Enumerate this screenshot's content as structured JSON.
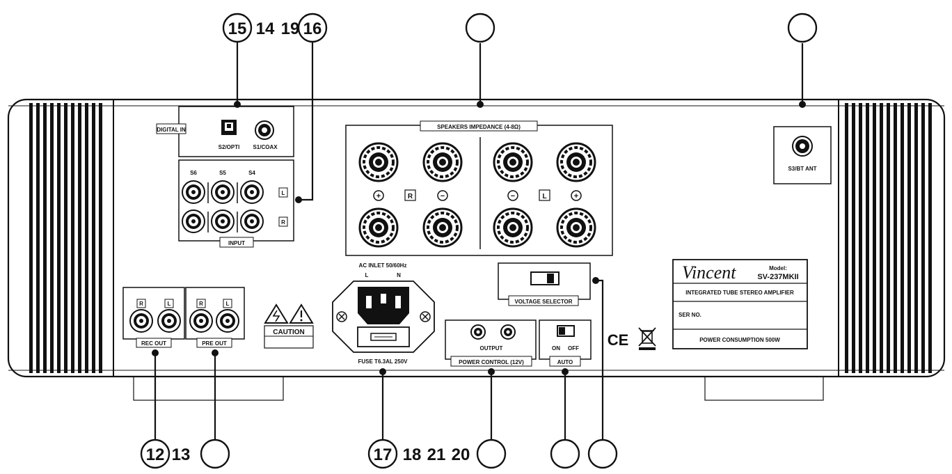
{
  "callouts": {
    "top_left": [
      "15",
      "14",
      "19",
      "16"
    ],
    "top_middle": "",
    "top_right": "",
    "bottom_left": [
      "12",
      "13"
    ],
    "bottom_left_blank": "",
    "bottom_middle": [
      "17",
      "18",
      "21",
      "20"
    ],
    "bottom_right_a": "",
    "bottom_right_b": ""
  },
  "digital_in": {
    "label": "DIGITAL IN",
    "opti_label": "S2/OPTI",
    "coax_label": "S1/COAX"
  },
  "input": {
    "title": "INPUT",
    "channels": [
      "S6",
      "S5",
      "S4"
    ],
    "left_marker": "L",
    "right_marker": "R"
  },
  "speakers": {
    "title": "SPEAKERS IMPEDANCE (4-8Ω)",
    "right_plus": "+",
    "right_channel": "R",
    "right_minus": "−",
    "left_minus": "−",
    "left_channel": "L",
    "left_plus": "+"
  },
  "bt": {
    "label": "S3/BT ANT"
  },
  "rec_out": {
    "title": "REC OUT",
    "r": "R",
    "l": "L"
  },
  "pre_out": {
    "title": "PRE OUT",
    "r": "R",
    "l": "L"
  },
  "caution": {
    "label": "CAUTION"
  },
  "ac_inlet": {
    "label": "AC INLET 50/60Hz",
    "l": "L",
    "n": "N",
    "fuse": "FUSE T6.3AL 250V"
  },
  "power_control": {
    "output": "OUTPUT",
    "title": "POWER CONTROL (12V)"
  },
  "auto": {
    "on": "ON",
    "off": "OFF",
    "title": "AUTO"
  },
  "voltage_selector": {
    "title": "VOLTAGE SELECTOR"
  },
  "marks": {
    "ce": "CE"
  },
  "nameplate": {
    "brand": "Vincent",
    "model_label": "Model:",
    "model": "SV-237MKII",
    "description": "INTEGRATED TUBE STEREO AMPLIFIER",
    "serial": "SER NO.",
    "power": "POWER CONSUMPTION   500W"
  }
}
